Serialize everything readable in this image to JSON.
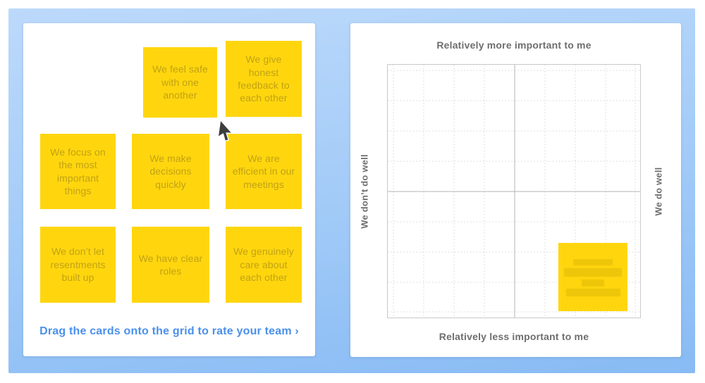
{
  "left_panel": {
    "cards": [
      {
        "text": "We feel safe with one another"
      },
      {
        "text": "We give honest feedback to each other"
      },
      {
        "text": "We focus on the most important things"
      },
      {
        "text": "We make decisions quickly"
      },
      {
        "text": "We are efficient in our meetings"
      },
      {
        "text": "We don’t let resentments built up"
      },
      {
        "text": "We have clear roles"
      },
      {
        "text": "We genuinely care about each other"
      }
    ],
    "instruction": "Drag the cards onto the grid to rate your team ›"
  },
  "right_panel": {
    "axis_labels": {
      "top": "Relatively more important to me",
      "bottom": "Relatively less important to me",
      "left": "We don’t do well",
      "right": "We do well"
    },
    "placed_card": {
      "text_state": "blurred-unreadable",
      "redacted_line_count": 4
    }
  },
  "icons": {
    "cursor": "mouse-pointer-arrow"
  },
  "colors": {
    "frame_top": "#BCD9FB",
    "frame_bottom": "#88BBF4",
    "card_yellow": "#FFD60E",
    "card_text": "#C2A213",
    "redacted_bar": "#EDC60A",
    "link_blue": "#4A90EC",
    "label_gray": "#6E6E6E",
    "grid_border": "#C9C9C9",
    "grid_dotted": "#D7D7D7",
    "grid_center": "#B3B3B3",
    "cursor": "#3E3E3E"
  }
}
